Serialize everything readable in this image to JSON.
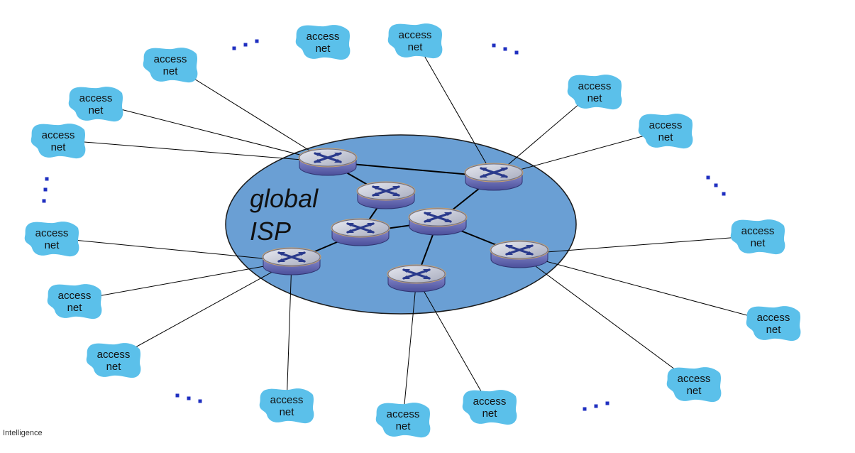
{
  "isp": {
    "label_line1": "global",
    "label_line2": "ISP"
  },
  "access_net": {
    "line1": "access",
    "line2": "net"
  },
  "footer": {
    "text": "Intelligence"
  },
  "colors": {
    "access_cloud": "#5bc0ea",
    "isp_ellipse": "#6a9fd4",
    "ellipse_stroke": "#1a1a1a",
    "link": "#000000",
    "router_top": "#c5c8d6",
    "router_body": "#6b6fb8",
    "router_arrows": "#2a3a8c",
    "router_ring": "#c8a070",
    "ellipsis_dots": "#1f2fc0"
  }
}
